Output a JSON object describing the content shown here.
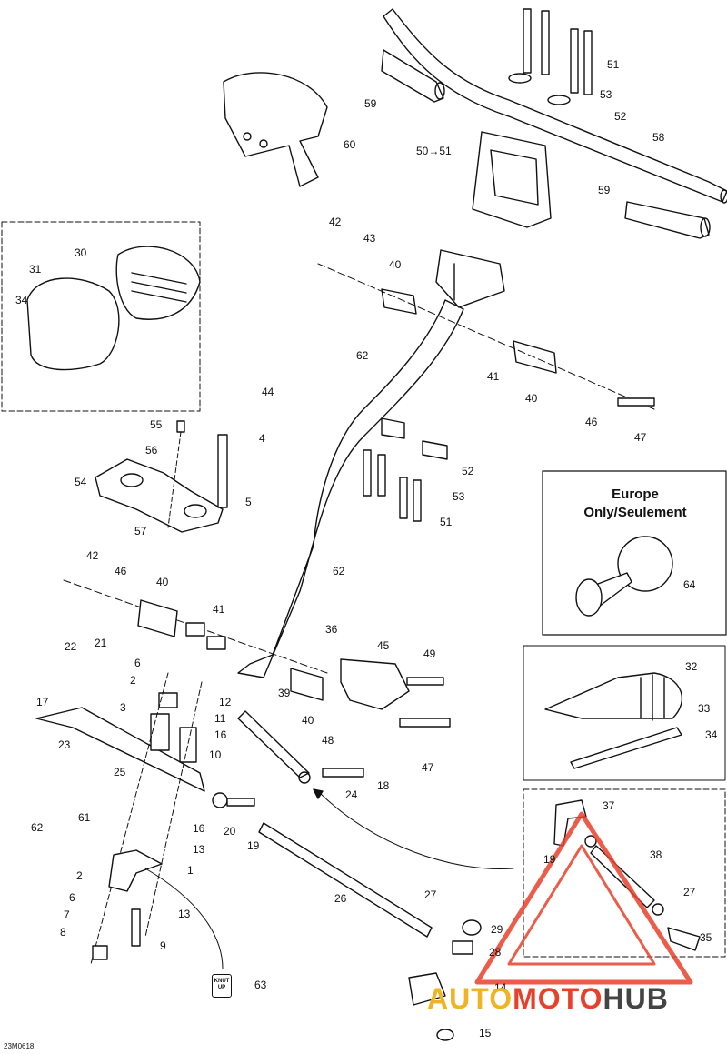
{
  "diagram_code": "23M0618",
  "inset_title": [
    "Europe",
    "Only/Seulement"
  ],
  "label_box_text": "KNUT UP",
  "watermark": {
    "part1": "AUTO",
    "part2": "MOTO",
    "part3": "HUB"
  },
  "colors": {
    "line": "#111111",
    "watermark_red": "#e8412b",
    "watermark_orange": "#f0b324"
  },
  "callouts": [
    {
      "id": "c51a",
      "text": "51"
    },
    {
      "id": "c53a",
      "text": "53"
    },
    {
      "id": "c52a",
      "text": "52"
    },
    {
      "id": "c58",
      "text": "58"
    },
    {
      "id": "c59a",
      "text": "59"
    },
    {
      "id": "c60",
      "text": "60"
    },
    {
      "id": "c50",
      "text": "50→51"
    },
    {
      "id": "c59b",
      "text": "59"
    },
    {
      "id": "c42a",
      "text": "42"
    },
    {
      "id": "c43",
      "text": "43"
    },
    {
      "id": "c40a",
      "text": "40"
    },
    {
      "id": "c30",
      "text": "30"
    },
    {
      "id": "c31",
      "text": "31"
    },
    {
      "id": "c34a",
      "text": "34"
    },
    {
      "id": "c62a",
      "text": "62"
    },
    {
      "id": "c41a",
      "text": "41"
    },
    {
      "id": "c40b",
      "text": "40"
    },
    {
      "id": "c46a",
      "text": "46"
    },
    {
      "id": "c47a",
      "text": "47"
    },
    {
      "id": "c44",
      "text": "44"
    },
    {
      "id": "c55",
      "text": "55"
    },
    {
      "id": "c4",
      "text": "4"
    },
    {
      "id": "c56",
      "text": "56"
    },
    {
      "id": "c54",
      "text": "54"
    },
    {
      "id": "c5",
      "text": "5"
    },
    {
      "id": "c57",
      "text": "57"
    },
    {
      "id": "c52b",
      "text": "52"
    },
    {
      "id": "c53b",
      "text": "53"
    },
    {
      "id": "c51b",
      "text": "51"
    },
    {
      "id": "c42b",
      "text": "42"
    },
    {
      "id": "c46b",
      "text": "46"
    },
    {
      "id": "c40c",
      "text": "40"
    },
    {
      "id": "c62b",
      "text": "62"
    },
    {
      "id": "c41b",
      "text": "41"
    },
    {
      "id": "c36",
      "text": "36"
    },
    {
      "id": "c45",
      "text": "45"
    },
    {
      "id": "c49",
      "text": "49"
    },
    {
      "id": "c22",
      "text": "22"
    },
    {
      "id": "c21",
      "text": "21"
    },
    {
      "id": "c6a",
      "text": "6"
    },
    {
      "id": "c2a",
      "text": "2"
    },
    {
      "id": "c12",
      "text": "12"
    },
    {
      "id": "c11",
      "text": "11"
    },
    {
      "id": "c39",
      "text": "39"
    },
    {
      "id": "c17",
      "text": "17"
    },
    {
      "id": "c3",
      "text": "3"
    },
    {
      "id": "c16a",
      "text": "16"
    },
    {
      "id": "c10",
      "text": "10"
    },
    {
      "id": "c40d",
      "text": "40"
    },
    {
      "id": "c48",
      "text": "48"
    },
    {
      "id": "c47b",
      "text": "47"
    },
    {
      "id": "c23",
      "text": "23"
    },
    {
      "id": "c25",
      "text": "25"
    },
    {
      "id": "c24",
      "text": "24"
    },
    {
      "id": "c18",
      "text": "18"
    },
    {
      "id": "c62c",
      "text": "62"
    },
    {
      "id": "c61",
      "text": "61"
    },
    {
      "id": "c16b",
      "text": "16"
    },
    {
      "id": "c20",
      "text": "20"
    },
    {
      "id": "c19a",
      "text": "19"
    },
    {
      "id": "c13a",
      "text": "13"
    },
    {
      "id": "c1",
      "text": "1"
    },
    {
      "id": "c2b",
      "text": "2"
    },
    {
      "id": "c6b",
      "text": "6"
    },
    {
      "id": "c13b",
      "text": "13"
    },
    {
      "id": "c7",
      "text": "7"
    },
    {
      "id": "c8",
      "text": "8"
    },
    {
      "id": "c9",
      "text": "9"
    },
    {
      "id": "c26",
      "text": "26"
    },
    {
      "id": "c27a",
      "text": "27"
    },
    {
      "id": "c29",
      "text": "29"
    },
    {
      "id": "c28",
      "text": "28"
    },
    {
      "id": "c63",
      "text": "63"
    },
    {
      "id": "c14",
      "text": "14"
    },
    {
      "id": "c15",
      "text": "15"
    },
    {
      "id": "c64",
      "text": "64"
    },
    {
      "id": "c32",
      "text": "32"
    },
    {
      "id": "c33",
      "text": "33"
    },
    {
      "id": "c34b",
      "text": "34"
    },
    {
      "id": "c37",
      "text": "37"
    },
    {
      "id": "c19b",
      "text": "19"
    },
    {
      "id": "c38",
      "text": "38"
    },
    {
      "id": "c27b",
      "text": "27"
    },
    {
      "id": "c35",
      "text": "35"
    }
  ]
}
